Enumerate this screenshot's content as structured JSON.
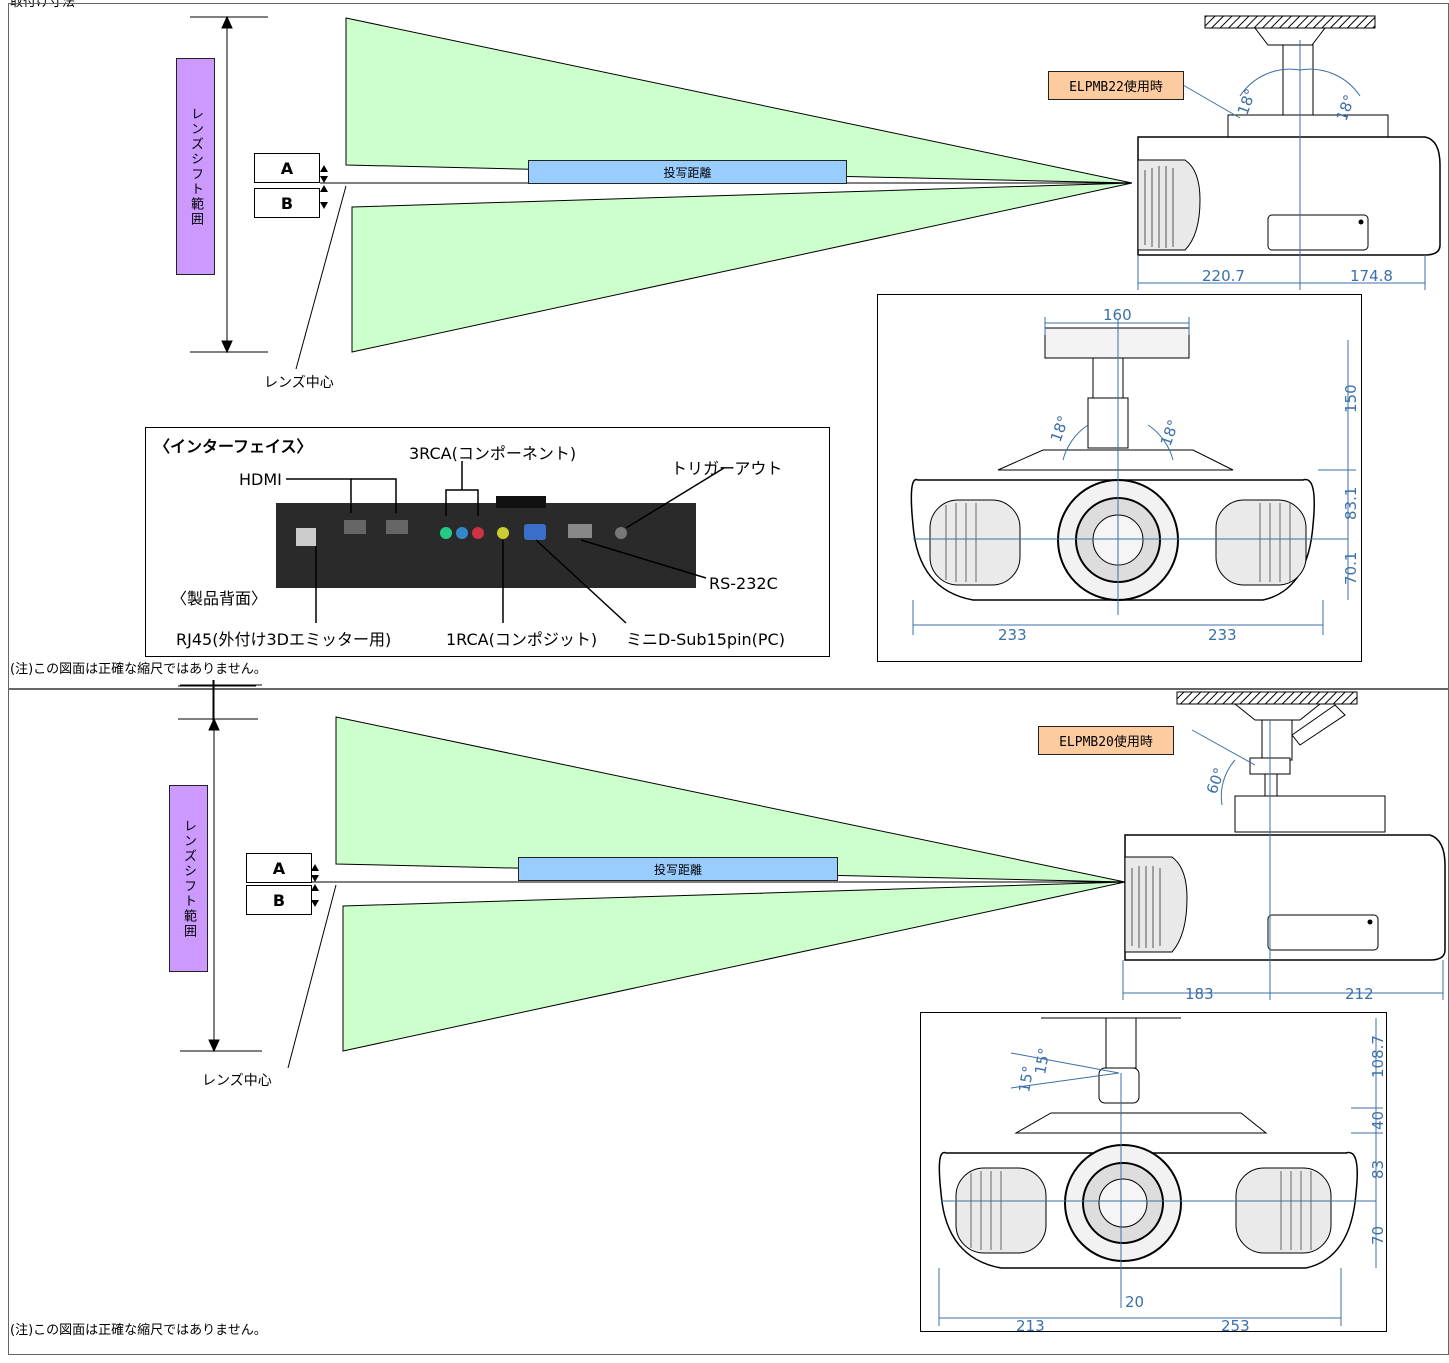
{
  "header": {
    "text": "取付け寸法"
  },
  "panel1": {
    "shift_label": "レンズシフト範囲",
    "label_a": "A",
    "label_b": "B",
    "distance_label": "投写距離",
    "lens_center": "レンズ中心",
    "mount_tag": "ELPMB22使用時",
    "side_dims": {
      "left": "220.7",
      "right": "174.8",
      "angle_left": "18°",
      "angle_right": "18°"
    },
    "front_dims": {
      "top": "160",
      "h1": "150",
      "h2": "83.1",
      "h3": "70.1",
      "w1": "233",
      "w2": "233",
      "angle_left": "18°",
      "angle_right": "18°"
    },
    "interface": {
      "title": "〈インターフェイス〉",
      "hdmi": "HDMI",
      "rca3": "3RCA(コンポーネント)",
      "trigger": "トリガーアウト",
      "rs232c": "RS-232C",
      "back": "〈製品背面〉",
      "rj45": "RJ45(外付け3Dエミッター用)",
      "rca1": "1RCA(コンポジット)",
      "dsub": "ミニD-Sub15pin(PC)"
    },
    "note": "(注)この図面は正確な縮尺ではありません。"
  },
  "panel2": {
    "shift_label": "レンズシフト範囲",
    "label_a": "A",
    "label_b": "B",
    "distance_label": "投写距離",
    "lens_center": "レンズ中心",
    "mount_tag": "ELPMB20使用時",
    "side_dims": {
      "left": "183",
      "right": "212",
      "angle": "60°"
    },
    "front_dims": {
      "h1": "108.7",
      "h2": "40",
      "h3": "83",
      "h4": "70",
      "w1": "213",
      "w2": "253",
      "offset": "20",
      "angle_left": "15°",
      "angle_right": "15°"
    },
    "note": "(注)この図面は正確な縮尺ではありません。"
  },
  "colors": {
    "beam": "#ccffcc",
    "shift": "#cc99ff",
    "distance": "#99ccff",
    "tag": "#fdcba0",
    "dimension": "#3b6fa8"
  }
}
